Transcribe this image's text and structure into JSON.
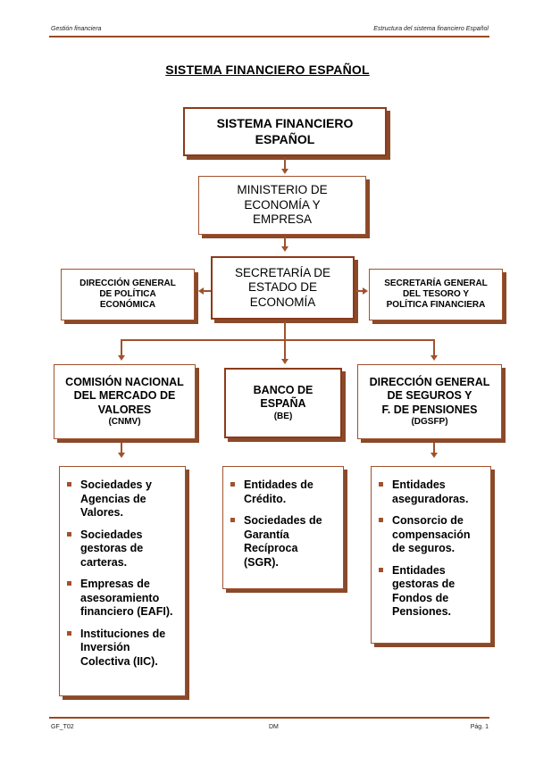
{
  "header": {
    "left": "Gestión financiera",
    "right": "Estructura del sistema financiero Español"
  },
  "title": "SISTEMA FINANCIERO ESPAÑOL",
  "nodes": {
    "root": {
      "l1": "SISTEMA FINANCIERO",
      "l2": "ESPAÑOL"
    },
    "ministerio": {
      "l1": "MINISTERIO DE",
      "l2": "ECONOMÍA Y",
      "l3": "EMPRESA"
    },
    "secretaria": {
      "l1": "SECRETARÍA DE",
      "l2": "ESTADO DE",
      "l3": "ECONOMÍA"
    },
    "direccion_politica": {
      "l1": "DIRECCIÓN GENERAL",
      "l2": "DE POLÍTICA",
      "l3": "ECONÓMICA"
    },
    "tesoro": {
      "l1": "SECRETARÍA GENERAL",
      "l2": "DEL TESORO Y",
      "l3": "POLÍTICA FINANCIERA"
    },
    "cnmv": {
      "l1": "COMISIÓN NACIONAL",
      "l2": "DEL MERCADO DE",
      "l3": "VALORES",
      "abbr": "(CNMV)"
    },
    "banco": {
      "l1": "BANCO DE",
      "l2": "ESPAÑA",
      "abbr": "(BE)"
    },
    "dgsfp": {
      "l1": "DIRECCIÓN GENERAL",
      "l2": "DE SEGUROS Y",
      "l3": "F. DE PENSIONES",
      "abbr": "(DGSFP)"
    }
  },
  "lists": {
    "cnmv": [
      [
        "Sociedades y",
        "Agencias de",
        "Valores."
      ],
      [
        "Sociedades",
        "gestoras de",
        "carteras."
      ],
      [
        "Empresas de",
        "asesoramiento",
        "financiero (EAFI)."
      ],
      [
        "Instituciones de",
        "Inversión",
        "Colectiva (IIC)."
      ]
    ],
    "banco": [
      [
        "Entidades de",
        "Crédito."
      ],
      [
        "Sociedades de",
        "Garantía",
        "Recíproca",
        "(SGR)."
      ]
    ],
    "dgsfp": [
      [
        "Entidades",
        "aseguradoras."
      ],
      [
        "Consorcio de",
        "compensación",
        "de seguros."
      ],
      [
        "Entidades",
        "gestoras de",
        "Fondos de",
        "Pensiones."
      ]
    ]
  },
  "footer": {
    "left": "GF_T02",
    "center": "DM",
    "right": "Pág. 1"
  },
  "colors": {
    "accent": "#a0522d",
    "shadow": "#8a4a2a"
  }
}
